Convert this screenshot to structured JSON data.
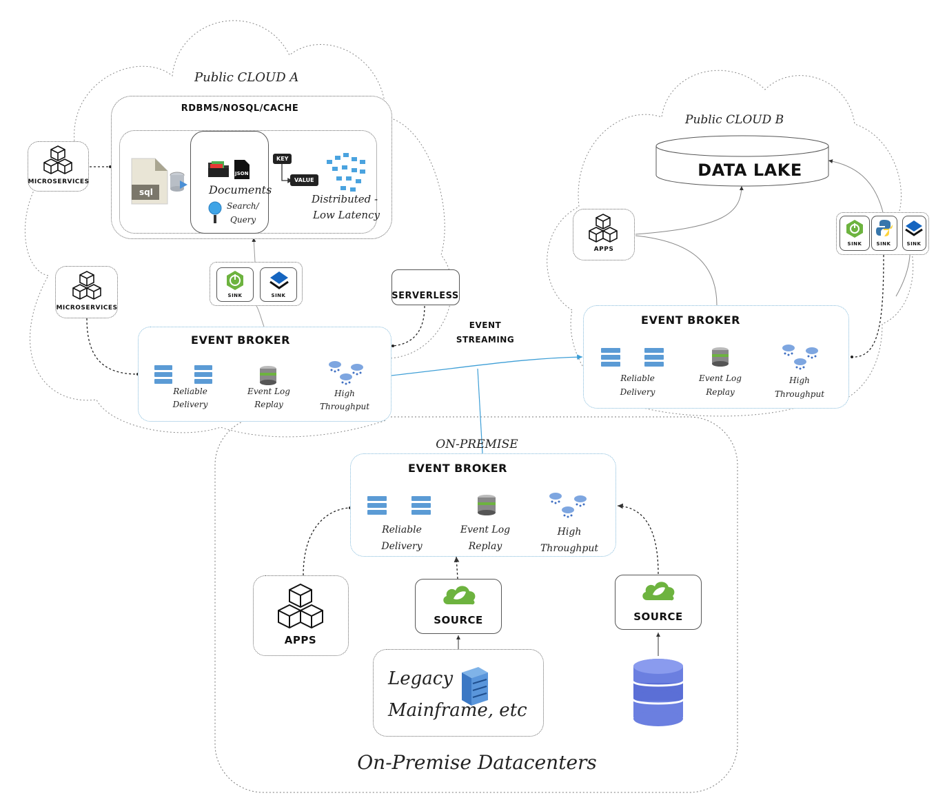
{
  "cloud_a": {
    "title": "Public CLOUD A",
    "db_group": {
      "title": "RDBMS/NOSQL/CACHE",
      "sql_label": "sql",
      "json_label": "JSON",
      "documents": "Documents",
      "search": "Search/",
      "query": "Query",
      "key_label": "KEY",
      "value_label": "VALUE",
      "distributed": "Distributed -",
      "low_latency": "Low Latency"
    },
    "microservices_1": "MICROSERVICES",
    "microservices_2": "MICROSERVICES",
    "sinks": [
      "SINK",
      "SINK"
    ],
    "serverless": "SERVERLESS",
    "event_broker": {
      "title": "EVENT BROKER",
      "reliable": "Reliable",
      "delivery": "Delivery",
      "event_log": "Event Log",
      "replay": "Replay",
      "high": "High",
      "throughput": "Throughput"
    }
  },
  "streaming_label_1": "EVENT",
  "streaming_label_2": "STREAMING",
  "cloud_b": {
    "title": "Public CLOUD B",
    "data_lake": "DATA LAKE",
    "apps": "APPS",
    "sinks": [
      "SINK",
      "SINK",
      "SINK"
    ],
    "event_broker": {
      "title": "EVENT BROKER",
      "reliable": "Reliable",
      "delivery": "Delivery",
      "event_log": "Event Log",
      "replay": "Replay",
      "high": "High",
      "throughput": "Throughput"
    }
  },
  "on_premise": {
    "title": "ON-PREMISE",
    "footer": "On-Premise Datacenters",
    "event_broker": {
      "title": "EVENT BROKER",
      "reliable": "Reliable",
      "delivery": "Delivery",
      "event_log": "Event Log",
      "replay": "Replay",
      "high": "High",
      "throughput": "Throughput"
    },
    "apps": "APPS",
    "source_1": "SOURCE",
    "source_2": "SOURCE",
    "legacy": "Legacy",
    "mainframe": "Mainframe, etc"
  },
  "colors": {
    "spring_green": "#6db33f",
    "link_blue": "#3d9ed6",
    "db_blue": "#6b7fe0",
    "server_blue": "#5b9bd5"
  }
}
